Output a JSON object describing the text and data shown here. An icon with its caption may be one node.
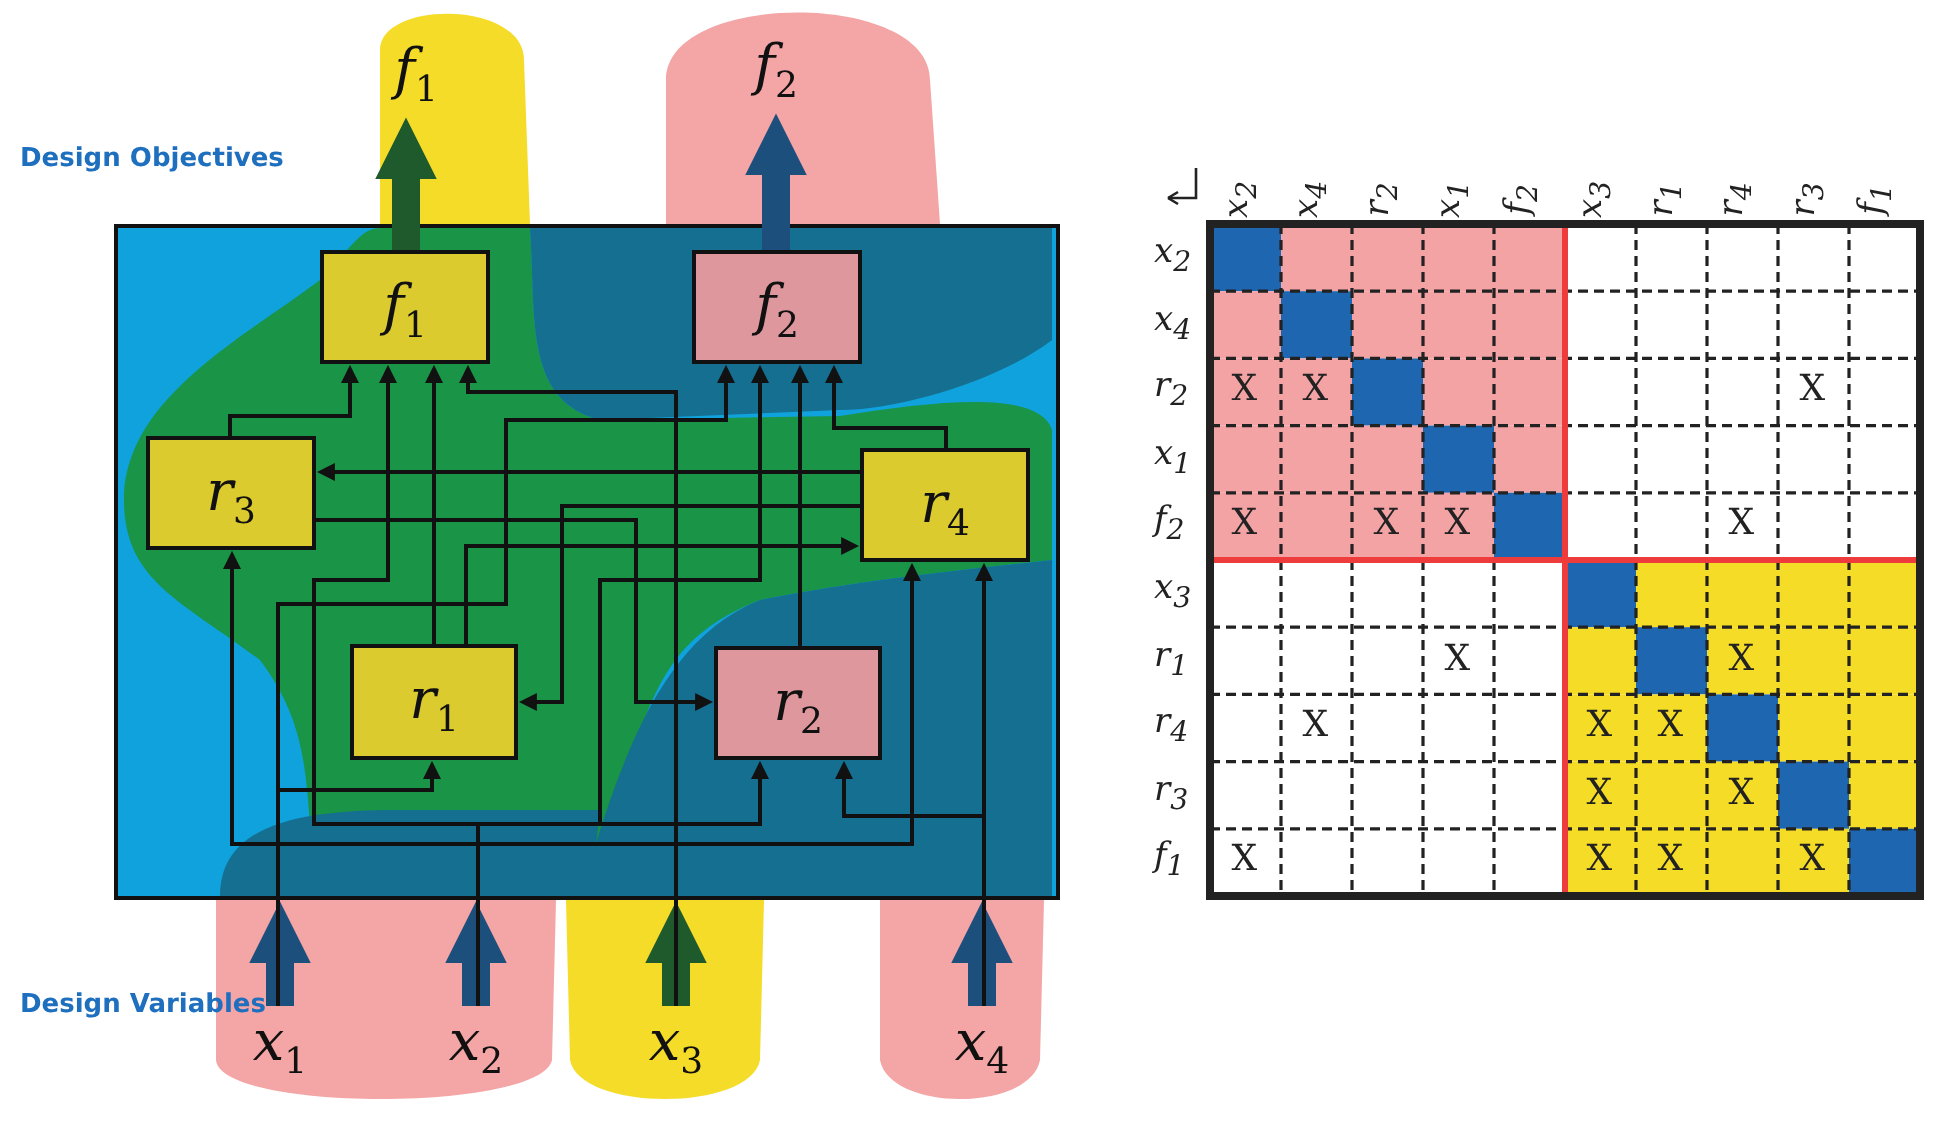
{
  "diagram": {
    "nodes": [
      {
        "text": [
          "f$_{1}$"
        ]
      },
      {
        "text": [
          "f$_{2}$"
        ]
      },
      {
        "text": [],
        "shape": "box"
      },
      {
        "text": [
          "f$_{1}$"
        ],
        "in": 2
      },
      {
        "text": [
          "f$_{2}$"
        ],
        "in": 2
      },
      {
        "text": [
          "r$_{3}$"
        ],
        "in": 2
      },
      {
        "text": [
          "r$_{4}$"
        ],
        "in": 2
      },
      {
        "text": [
          "r$_{1}$"
        ],
        "in": 2
      },
      {
        "text": [
          "r$_{2}$"
        ],
        "in": 2
      },
      {
        "text": [
          "x$_{1}$"
        ]
      },
      {
        "text": [
          "x$_{2}$"
        ]
      },
      {
        "text": [
          "x$_{3}$"
        ]
      },
      {
        "text": [
          "x$_{4}$"
        ]
      }
    ],
    "edges": [
      {
        "from": 9,
        "to": 2,
        "arrow": "to",
        "style": "thick",
        "color": "#1d4f7c"
      },
      {
        "from": 10,
        "to": 2,
        "arrow": "to",
        "style": "thick",
        "color": "#1d4f7c"
      },
      {
        "from": 11,
        "to": 2,
        "arrow": "to",
        "style": "thick",
        "color": "#1e5a2c"
      },
      {
        "from": 12,
        "to": 2,
        "arrow": "to",
        "style": "thick",
        "color": "#1d4f7c"
      },
      {
        "from": 3,
        "to": 0,
        "arrow": "to",
        "style": "thick",
        "color": "#1e5a2c"
      },
      {
        "from": 4,
        "to": 1,
        "arrow": "to",
        "style": "thick",
        "color": "#1d4f7c"
      },
      {
        "from": 9,
        "to": 7,
        "arrow": "to"
      },
      {
        "from": 9,
        "to": 4,
        "arrow": "to"
      },
      {
        "from": 10,
        "to": 3,
        "arrow": "to"
      },
      {
        "from": 10,
        "to": 8,
        "arrow": "to"
      },
      {
        "from": 10,
        "to": 4,
        "arrow": "to"
      },
      {
        "from": 11,
        "to": 3,
        "arrow": "to"
      },
      {
        "from": 11,
        "to": 5,
        "arrow": "to"
      },
      {
        "from": 11,
        "to": 6,
        "arrow": "to"
      },
      {
        "from": 12,
        "to": 6,
        "arrow": "to"
      },
      {
        "from": 12,
        "to": 8,
        "arrow": "to"
      },
      {
        "from": 7,
        "to": 3,
        "arrow": "to"
      },
      {
        "from": 7,
        "to": 6,
        "arrow": "to"
      },
      {
        "from": 5,
        "to": 3,
        "arrow": "to"
      },
      {
        "from": 5,
        "to": 8,
        "arrow": "to"
      },
      {
        "from": 6,
        "to": 5,
        "arrow": "to"
      },
      {
        "from": 6,
        "to": 7,
        "arrow": "to"
      },
      {
        "from": 6,
        "to": 4,
        "arrow": "to"
      },
      {
        "from": 8,
        "to": 4,
        "arrow": "to"
      }
    ],
    "labels": [
      "Design Objectives",
      "x$_{2}$",
      "x$_{4}$",
      "r$_{2}$",
      "x$_{1}$",
      "f$_{2}$",
      "x$_{3}$",
      "r$_{1}$",
      "r$_{4}$",
      "r$_{3}$",
      "f$_{1}$",
      "x$_{2}$",
      "x$_{4}$",
      "r$_{2}$",
      "X",
      "X",
      "X",
      "x$_{1}$",
      "f$_{2}$",
      "X",
      "X",
      "X",
      "X",
      "x$_{3}$",
      "r$_{1}$",
      "X",
      "X",
      "r$_{4}$",
      "X",
      "X",
      "X",
      "r$_{3}$",
      "X",
      "X",
      "f$_{1}$",
      "X",
      "X",
      "X",
      "X",
      "Design Variables"
    ]
  }
}
